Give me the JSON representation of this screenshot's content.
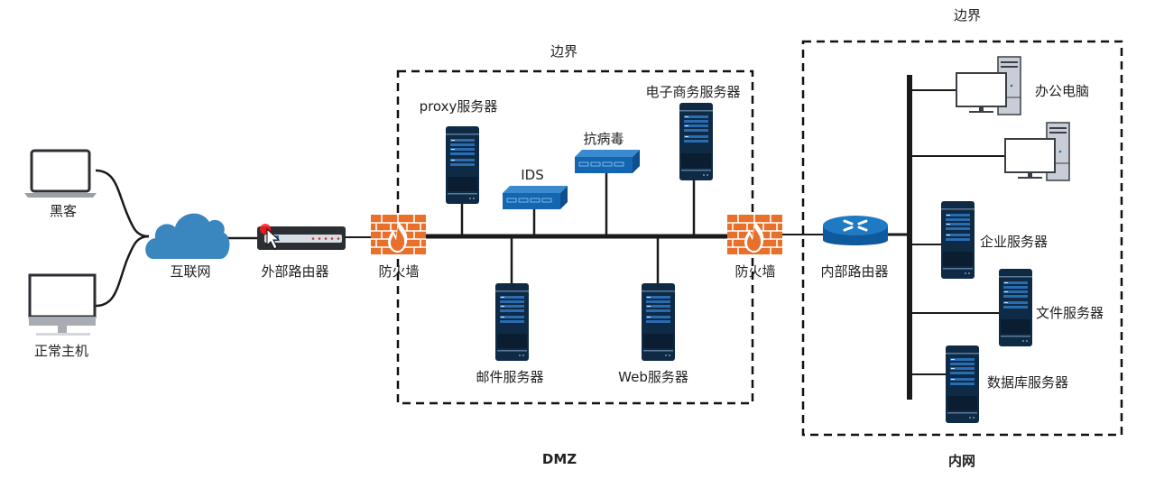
{
  "diagram": {
    "zones": {
      "dmz": {
        "border_label": "边界",
        "name": "DMZ"
      },
      "intranet": {
        "border_label": "边界",
        "name": "内网"
      }
    },
    "nodes": {
      "hacker": {
        "label": "黑客",
        "icon": "laptop-icon"
      },
      "normal_host": {
        "label": "正常主机",
        "icon": "desktop-icon"
      },
      "internet": {
        "label": "互联网",
        "icon": "cloud-icon"
      },
      "external_router": {
        "label": "外部路由器",
        "icon": "router-box-icon"
      },
      "firewall_outer": {
        "label": "防火墙",
        "icon": "firewall-icon"
      },
      "proxy_server": {
        "label": "proxy服务器",
        "icon": "server-icon"
      },
      "ids": {
        "label": "IDS",
        "icon": "switch-icon"
      },
      "antivirus": {
        "label": "抗病毒",
        "icon": "switch-icon"
      },
      "ecommerce_server": {
        "label": "电子商务服务器",
        "icon": "server-icon"
      },
      "mail_server": {
        "label": "邮件服务器",
        "icon": "server-icon"
      },
      "web_server": {
        "label": "Web服务器",
        "icon": "server-icon"
      },
      "firewall_inner": {
        "label": "防火墙",
        "icon": "firewall-icon"
      },
      "internal_router": {
        "label": "内部路由器",
        "icon": "router-icon"
      },
      "office_pc": {
        "label": "办公电脑",
        "icon": "pc-icon"
      },
      "enterprise_server": {
        "label": "企业服务器",
        "icon": "server-icon"
      },
      "file_server": {
        "label": "文件服务器",
        "icon": "server-icon"
      },
      "database_server": {
        "label": "数据库服务器",
        "icon": "server-icon"
      }
    },
    "colors": {
      "server": "#0f2a45",
      "server_accent": "#1f5fa0",
      "switch": "#1466b0",
      "firewall": "#e8702a",
      "cloud": "#3a86bf",
      "router": "#1466b0",
      "line": "#1a1a1a"
    }
  }
}
